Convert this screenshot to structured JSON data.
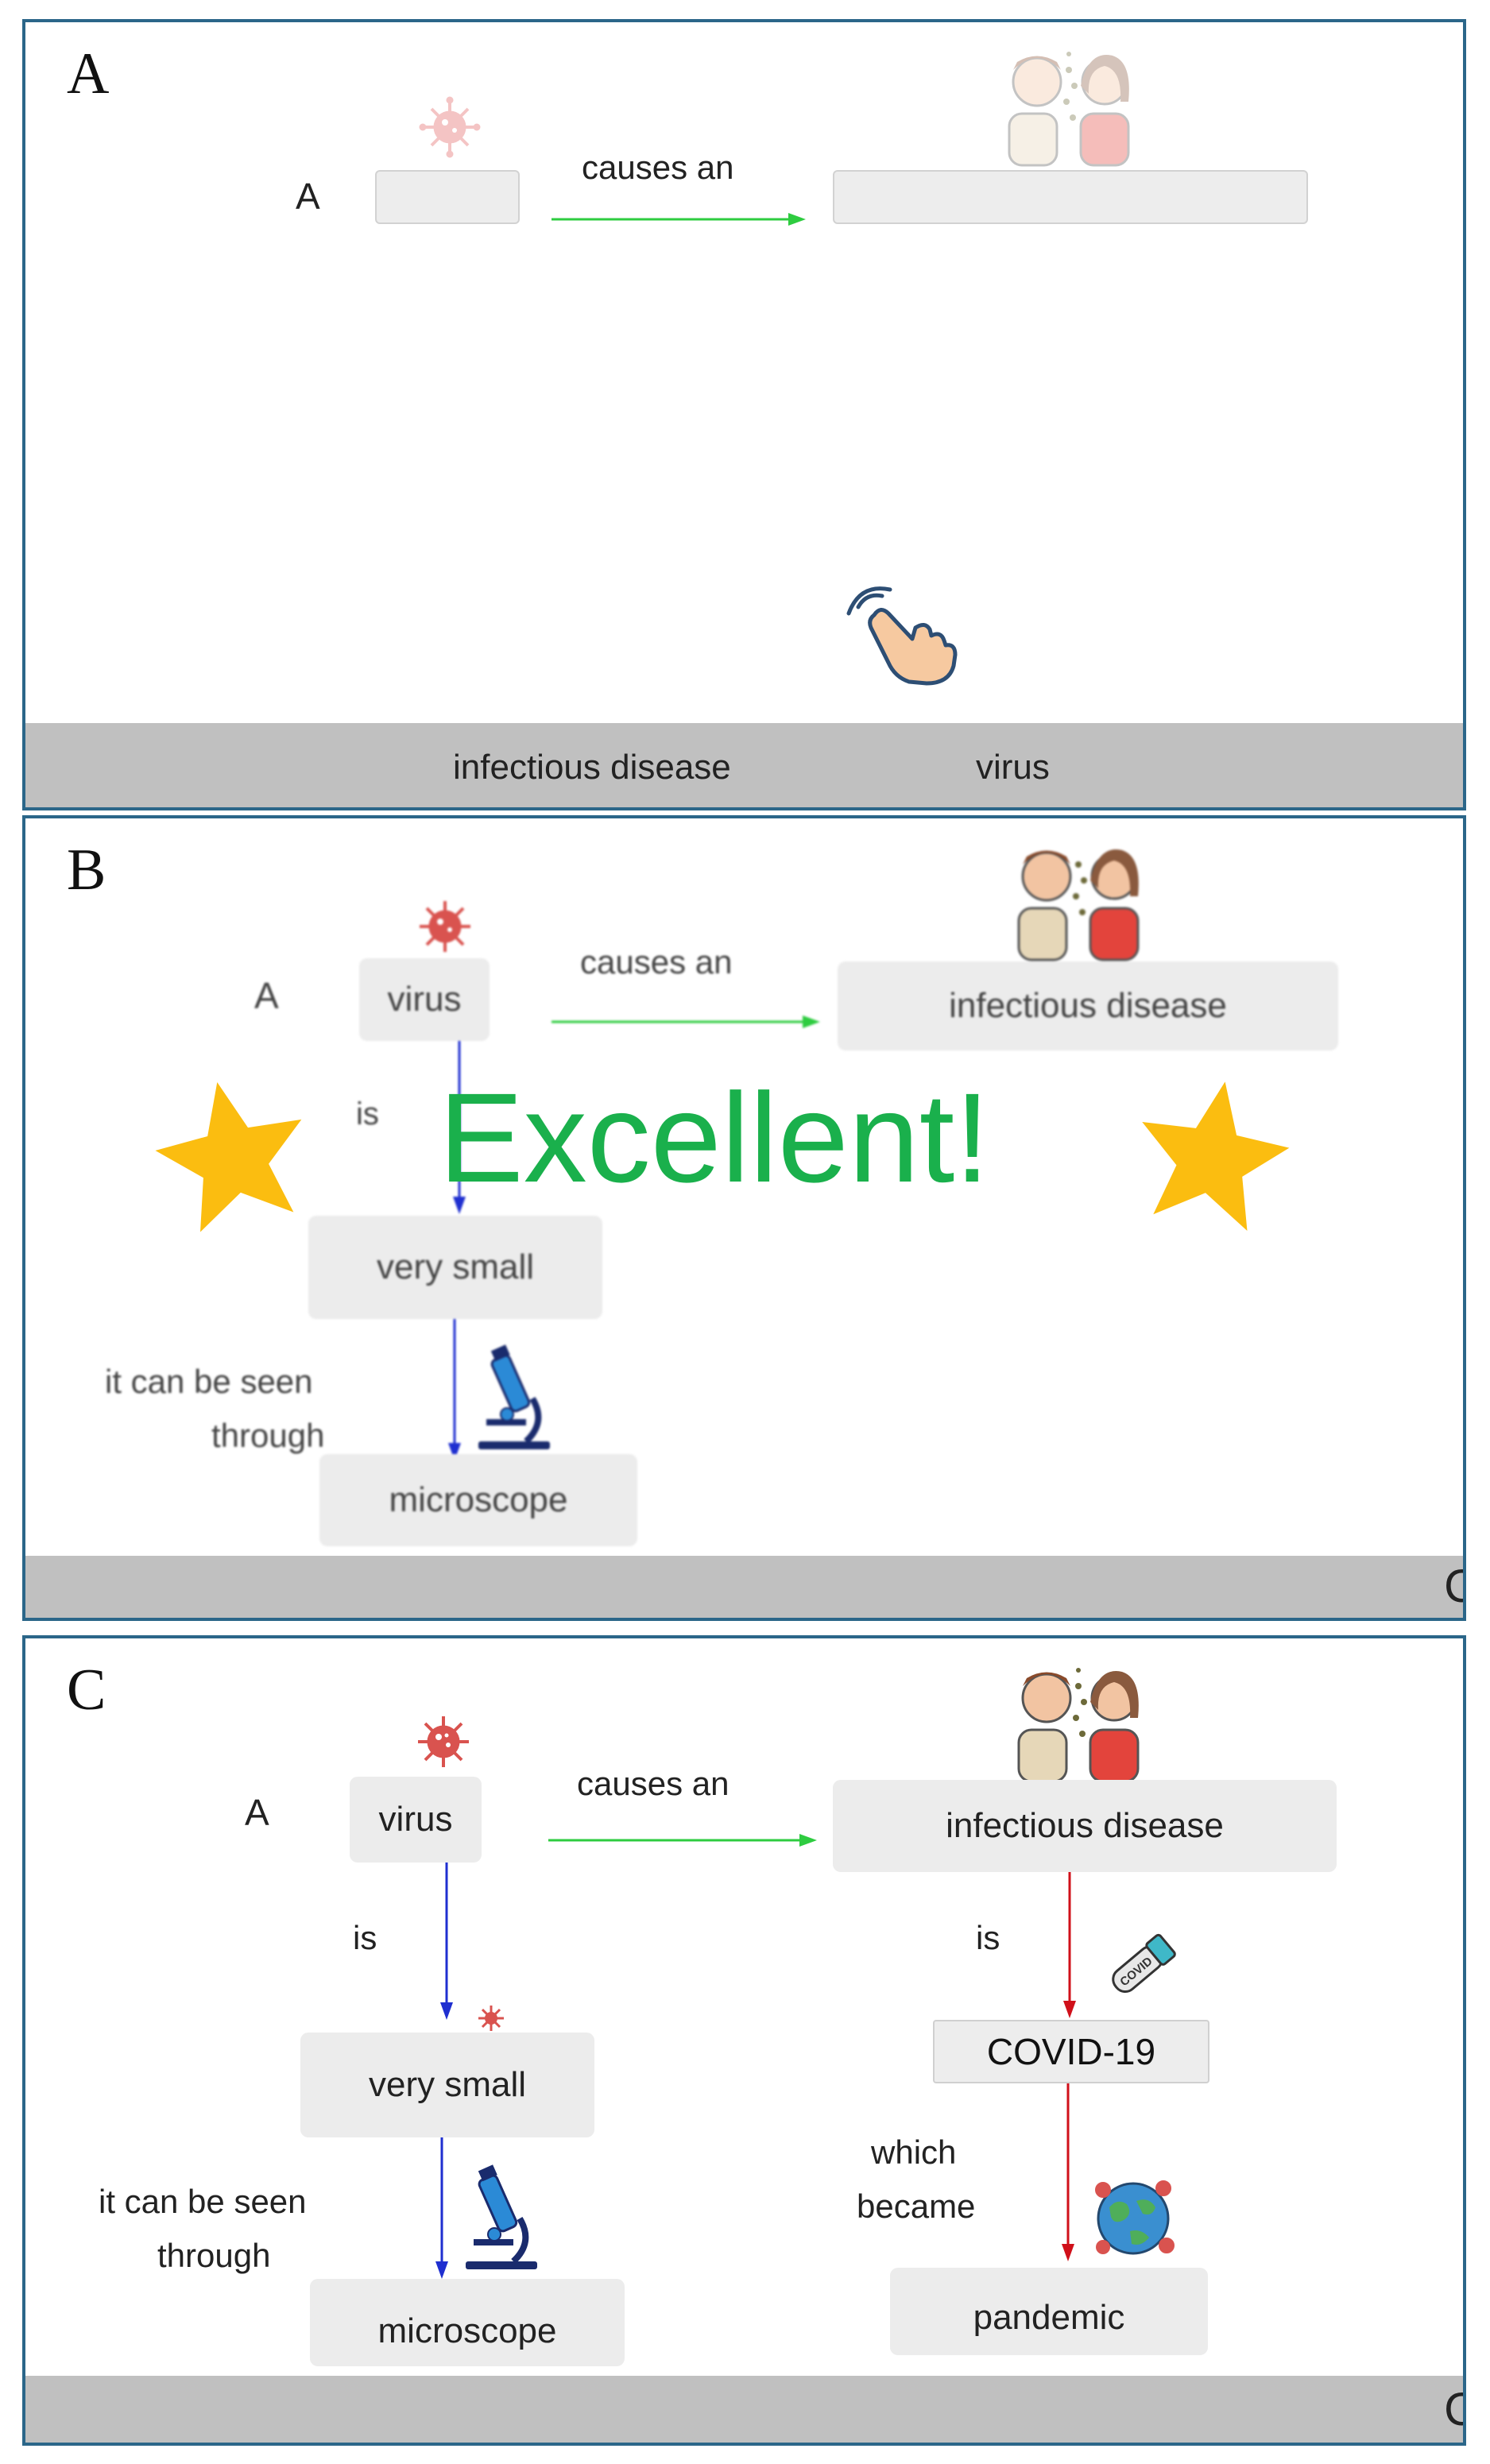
{
  "panels": {
    "a": {
      "label": "A",
      "prefix": "A",
      "link_causes": "causes an",
      "tray_items": [
        "infectious disease",
        "virus"
      ]
    },
    "b": {
      "label": "B",
      "prefix": "A",
      "link_causes": "causes an",
      "node_virus": "virus",
      "node_disease": "infectious disease",
      "link_is": "is",
      "node_small": "very small",
      "link_seen_1": "it can be seen",
      "link_seen_2": "through",
      "node_microscope": "microscope",
      "feedback": "Excellent!"
    },
    "c": {
      "label": "C",
      "prefix": "A",
      "link_causes": "causes an",
      "node_virus": "virus",
      "node_disease": "infectious disease",
      "link_is_left": "is",
      "node_small": "very small",
      "link_seen_1": "it can be seen",
      "link_seen_2": "through",
      "node_microscope": "microscope",
      "link_is_right": "is",
      "node_covid": "COVID-19",
      "link_became_1": "which",
      "link_became_2": "became",
      "node_pandemic": "pandemic"
    }
  },
  "colors": {
    "frame": "#2b6689",
    "green_arrow": "#2ecc40",
    "blue_arrow": "#1f2fd0",
    "red_arrow": "#d0101a",
    "feedback_green": "#1ab04c",
    "star": "#fbbd10",
    "tray": "#c0c0c0",
    "node_bg": "#ececec"
  },
  "icons": {
    "virus": "virus-icon",
    "people": "people-coughing-icon",
    "microscope": "microscope-icon",
    "hand": "pointing-hand-icon",
    "star": "star-icon",
    "test_tube": "covid-test-tube-icon",
    "globe": "pandemic-globe-icon"
  }
}
